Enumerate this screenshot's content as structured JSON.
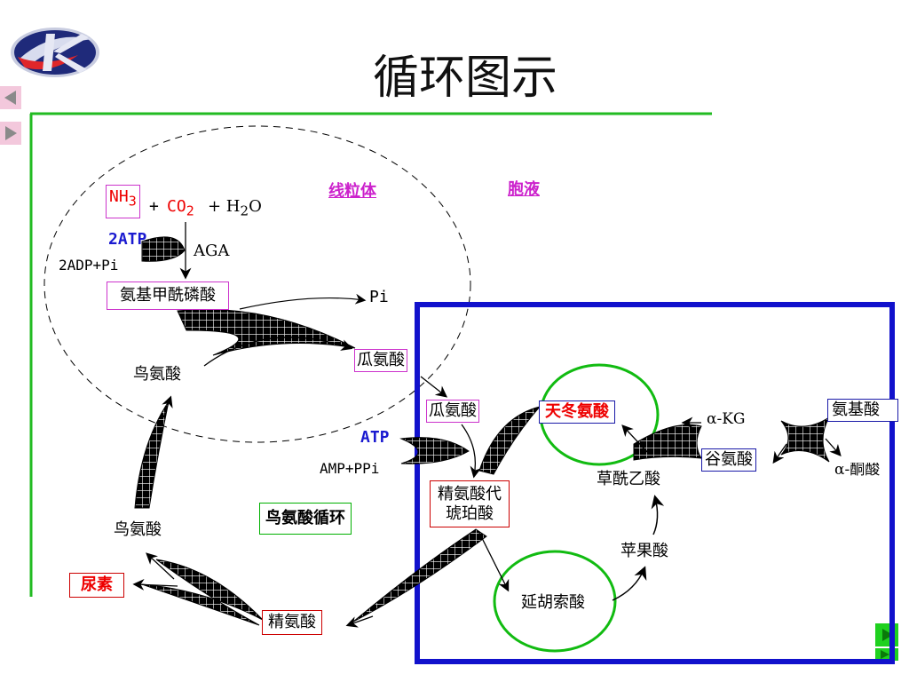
{
  "slide": {
    "title": "循环图示",
    "logo": "company-logo",
    "nav": {
      "prev_icon": "triangle-left-icon",
      "next_icon": "triangle-right-icon",
      "end_icon": "green-forward-icon"
    }
  },
  "regions": {
    "mito_label": "线粒体",
    "cytosol_label": "胞液",
    "cycle_name": "鸟氨酸循环"
  },
  "mito": {
    "nh3": "NH",
    "nh3_sub": "3",
    "plus1": "+",
    "co2": "CO",
    "co2_sub": "2",
    "plus2": "+ H",
    "h2o_sub": "2",
    "h2o_o": "O",
    "atp2": "2ATP",
    "adp": "2ADP+Pi",
    "aga": "AGA",
    "carbamoyl": "氨基甲酰磷酸",
    "pi": "Pi",
    "ornithine_in": "鸟氨酸",
    "citrulline_in": "瓜氨酸"
  },
  "cyto": {
    "citrulline": "瓜氨酸",
    "atp": "ATP",
    "amp": "AMP+PPi",
    "argsucc_line1": "精氨酸代",
    "argsucc_line2": "琥珀酸",
    "aspartate": "天冬氨酸",
    "oxaloacetate": "草酰乙酸",
    "malate": "苹果酸",
    "fumarate": "延胡索酸",
    "akg": "α-KG",
    "glutamate": "谷氨酸",
    "aminoacid": "氨基酸",
    "ketoacid": "α-酮酸",
    "arginine": "精氨酸",
    "urea": "尿素",
    "ornithine_out": "鸟氨酸"
  },
  "colors": {
    "green_line": "#22bb22",
    "blue_frame": "#1111cc",
    "red_text": "#ee0000",
    "blue_text": "#1a1ad0",
    "magenta": "#cc33cc",
    "nav_pink": "#f3c8dc",
    "nav_green": "#1fd11f"
  }
}
